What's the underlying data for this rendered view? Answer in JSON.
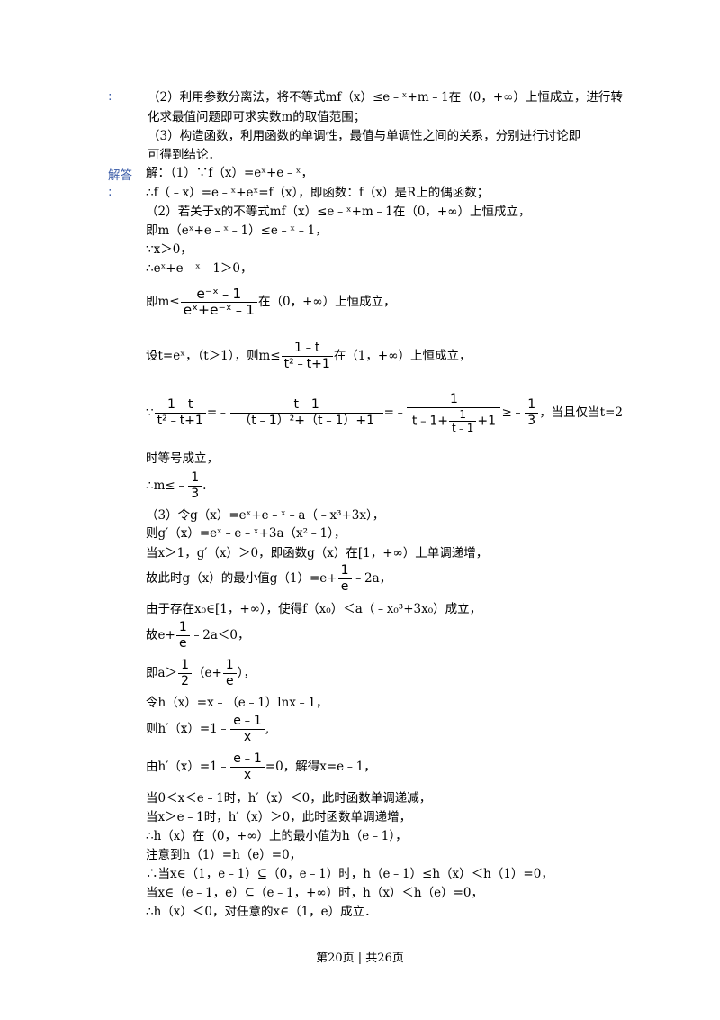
{
  "labels": {
    "colon_top": ":",
    "answer": "解答",
    "colon_answer": ":"
  },
  "analysis": {
    "l1": "（2）利用参数分离法，将不等式mf（x）≤e﹣ˣ+m﹣1在（0，+∞）上恒成立，进行转",
    "l2": "化求最值问题即可求实数m的取值范围；",
    "l3": "（3）构造函数，利用函数的单调性，最值与单调性之间的关系，分别进行讨论即",
    "l4": "可得到结论．"
  },
  "solution": {
    "s1": "解：（1）∵f（x）=eˣ+e﹣ˣ，",
    "s2": "∴f（﹣x）=e﹣ˣ+eˣ=f（x），即函数：f（x）是R上的偶函数；",
    "s3": "（2）若关于x的不等式mf（x）≤e﹣ˣ+m﹣1在（0，+∞）上恒成立，",
    "s4": "即m（eˣ+e﹣ˣ﹣1）≤e﹣ˣ﹣1，",
    "s5": "∵x＞0，",
    "s6": "∴eˣ+e﹣ˣ﹣1＞0，",
    "s7_pre": "即m≤",
    "s7_num": "e⁻ˣ﹣1",
    "s7_den": "eˣ+e⁻ˣ﹣1",
    "s7_post": "在（0，+∞）上恒成立，",
    "s8_pre": "设t=eˣ，（t＞1），则m≤",
    "s8_num": "1﹣t",
    "s8_den": "t²﹣t+1",
    "s8_post": "在（1，+∞）上恒成立，",
    "s9_pre": "∵",
    "s9_f1_num": "1﹣t",
    "s9_f1_den": "t²﹣t+1",
    "s9_eq1": "=﹣",
    "s9_f2_num": "t﹣1",
    "s9_f2_den": "（t﹣1）²+（t﹣1）+1",
    "s9_eq2": "=﹣",
    "s9_f3_num": "1",
    "s9_f3_den_a": "t﹣1+",
    "s9_f3_inner_num": "1",
    "s9_f3_inner_den": "t﹣1",
    "s9_f3_den_b": "+1",
    "s9_ge": "≥﹣",
    "s9_f4_num": "1",
    "s9_f4_den": "3",
    "s9_post": "，当且仅当t=2",
    "s10": "时等号成立，",
    "s11_pre": "∴m≤﹣",
    "s11_num": "1",
    "s11_den": "3",
    "s11_post": ".",
    "s12": "（3）令g（x）=eˣ+e﹣ˣ﹣a（﹣x³+3x），",
    "s13": "则g′（x）=eˣ﹣e﹣ˣ+3a（x²﹣1），",
    "s14": "当x＞1，g′（x）＞0，即函数g（x）在[1，+∞）上单调递增，",
    "s15_pre": "故此时g（x）的最小值g（1）=e+",
    "s15_num": "1",
    "s15_den": "e",
    "s15_post": "﹣2a，",
    "s16": "由于存在x₀∈[1，+∞），使得f（x₀）＜a（﹣x₀³+3x₀）成立，",
    "s17_pre": "故e+",
    "s17_num": "1",
    "s17_den": "e",
    "s17_post": "﹣2a＜0，",
    "s18_pre": "即a＞",
    "s18_num": "1",
    "s18_den": "2",
    "s18_mid": "（e+",
    "s18_num2": "1",
    "s18_den2": "e",
    "s18_post": "），",
    "s19": "令h（x）=x﹣（e﹣1）lnx﹣1，",
    "s20_pre": "则h′（x）=1﹣",
    "s20_num": "e﹣1",
    "s20_den": "x",
    "s20_post": ",",
    "s21_pre": "由h′（x）=1﹣",
    "s21_num": "e﹣1",
    "s21_den": "x",
    "s21_post": "=0，解得x=e﹣1，",
    "s22": "当0＜x＜e﹣1时，h′（x）＜0，此时函数单调递减，",
    "s23": "当x＞e﹣1时，h′（x）＞0，此时函数单调递增，",
    "s24": "∴h（x）在（0，+∞）上的最小值为h（e﹣1），",
    "s25": "注意到h（1）=h（e）=0，",
    "s26": "∴当x∈（1，e﹣1）⊆（0，e﹣1）时，h（e﹣1）≤h（x）＜h（1）=0，",
    "s27": "当x∈（e﹣1，e）⊆（e﹣1，+∞）时，h（x）＜h（e）=0，",
    "s28": "∴h（x）＜0，对任意的x∈（1，e）成立．"
  },
  "footer": "第20页 | 共26页"
}
